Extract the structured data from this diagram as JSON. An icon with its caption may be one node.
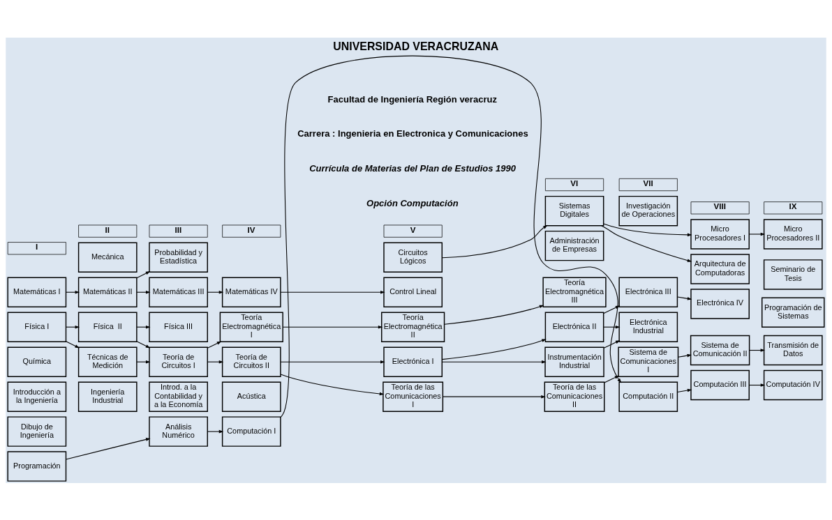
{
  "diagram": {
    "title": "UNIVERSIDAD VERACRUZANA",
    "nodes": [
      {
        "text": [
          "Mecánica"
        ]
      },
      {
        "text": [
          "Probabilidad y Estadística"
        ]
      },
      {
        "text": [
          "Circuitos Lógicos"
        ]
      },
      {
        "text": [
          "Sistemas Digitales"
        ]
      },
      {
        "text": [
          "Micro Procesadores I"
        ]
      },
      {
        "text": [
          "Micro Procesadores II"
        ]
      },
      {
        "text": [
          "Matemáticas I"
        ]
      },
      {
        "text": [
          "Matemáticas II"
        ]
      },
      {
        "text": [
          "Matemáticas III"
        ]
      },
      {
        "text": [
          "Matemáticas IV"
        ]
      },
      {
        "text": [
          "Control Lineal"
        ]
      },
      {
        "text": [
          "Administración de Empresas"
        ]
      },
      {
        "text": [
          "Investigación de Operaciones"
        ]
      },
      {
        "text": [
          "Arquitectura de Computadoras"
        ]
      },
      {
        "text": [
          "Física I"
        ]
      },
      {
        "text": [
          "Física  II"
        ]
      },
      {
        "text": [
          "Física III"
        ]
      },
      {
        "text": [
          "Teoría Electromagnética I"
        ]
      },
      {
        "text": [
          "Teoría Electromagnética II"
        ]
      },
      {
        "text": [
          "Teoría Electromagnética III"
        ]
      },
      {
        "text": [
          "Química"
        ]
      },
      {
        "text": [
          "Técnicas de Medición"
        ]
      },
      {
        "text": [
          "Teoría de Circuitos I"
        ]
      },
      {
        "text": [
          "Teoría de Circuitos II"
        ]
      },
      {
        "text": [
          "Electrónica I"
        ]
      },
      {
        "text": [
          "Electrónica II"
        ]
      },
      {
        "text": [
          "Electrónica III"
        ]
      },
      {
        "text": [
          "Electrónica IV"
        ]
      },
      {
        "text": [
          "Seminario de Tesis"
        ]
      },
      {
        "text": [
          "Introducción a la Ingeniería"
        ]
      },
      {
        "text": [
          "Ingeniería Industrial"
        ]
      },
      {
        "text": [
          "Introd. a la Contabilidad y a la Economía"
        ]
      },
      {
        "text": [
          "Acústica"
        ]
      },
      {
        "text": [
          "Instrumentación Industrial"
        ]
      },
      {
        "text": [
          "Electrónica Industrial"
        ]
      },
      {
        "text": [
          "Programación de Sistemas"
        ]
      },
      {
        "text": [
          "Dibujo de Ingeniería"
        ]
      },
      {
        "text": [
          "Teoría de las Comunicaciones I"
        ]
      },
      {
        "text": [
          "Teoría de las Comunicaciones II"
        ]
      },
      {
        "text": [
          "Sistema de Comunicaciones I"
        ]
      },
      {
        "text": [
          "Sistema de Comunicación II"
        ]
      },
      {
        "text": [
          "Transmisión de Datos"
        ]
      },
      {
        "text": [
          "Programación"
        ]
      },
      {
        "text": [
          "Análisis Numérico"
        ]
      },
      {
        "text": [
          "Computación I"
        ]
      },
      {
        "text": [
          "Computación II"
        ]
      },
      {
        "text": [
          "Computación III"
        ]
      },
      {
        "text": [
          "Computación IV"
        ]
      }
    ],
    "edges": [
      {
        "from": 6,
        "to": 7,
        "arrow": "to"
      },
      {
        "from": 7,
        "to": 1,
        "arrow": "to"
      },
      {
        "from": 7,
        "to": 8,
        "arrow": "to"
      },
      {
        "from": 8,
        "to": 9,
        "arrow": "to"
      },
      {
        "from": 9,
        "to": 10,
        "arrow": "to"
      },
      {
        "from": 2,
        "to": 3,
        "arrow": "to"
      },
      {
        "from": 3,
        "to": 4,
        "arrow": "to"
      },
      {
        "from": 3,
        "to": 13,
        "arrow": "to"
      },
      {
        "from": 4,
        "to": 5,
        "arrow": "to"
      },
      {
        "from": 14,
        "to": 15,
        "arrow": "to"
      },
      {
        "from": 14,
        "to": 21,
        "arrow": "to"
      },
      {
        "from": 15,
        "to": 16,
        "arrow": "to"
      },
      {
        "from": 15,
        "to": 22,
        "arrow": "to"
      },
      {
        "from": 21,
        "to": 22,
        "arrow": "to"
      },
      {
        "from": 22,
        "to": 17,
        "arrow": "to"
      },
      {
        "from": 22,
        "to": 23,
        "arrow": "to"
      },
      {
        "from": 17,
        "to": 18,
        "arrow": "to"
      },
      {
        "from": 18,
        "to": 19,
        "arrow": "to"
      },
      {
        "from": 23,
        "to": 24,
        "arrow": "to"
      },
      {
        "from": 23,
        "to": 37,
        "arrow": "to"
      },
      {
        "from": 24,
        "to": 25,
        "arrow": "to"
      },
      {
        "from": 24,
        "to": 33,
        "arrow": "to"
      },
      {
        "from": 25,
        "to": 26,
        "arrow": "to"
      },
      {
        "from": 25,
        "to": 34,
        "arrow": "to"
      },
      {
        "from": 33,
        "to": 34,
        "arrow": "to"
      },
      {
        "from": 26,
        "to": 27,
        "arrow": "to"
      },
      {
        "from": 37,
        "to": 38,
        "arrow": "to"
      },
      {
        "from": 38,
        "to": 39,
        "arrow": "to"
      },
      {
        "from": 39,
        "to": 40,
        "arrow": "to"
      },
      {
        "from": 40,
        "to": 41,
        "arrow": "to"
      },
      {
        "from": 42,
        "to": 43,
        "arrow": "to"
      },
      {
        "from": 43,
        "to": 44,
        "arrow": "to"
      },
      {
        "from": 44,
        "to": 45,
        "arrow": "to"
      },
      {
        "from": 45,
        "to": 46,
        "arrow": "to"
      },
      {
        "from": 46,
        "to": 47,
        "arrow": "to"
      }
    ],
    "labels": [
      "Facultad de Ingeniería Región veracruz",
      "Carrera : Ingenieria en Electronica y Comunicaciones",
      "Currícula de Materias del Plan de Estudios 1990",
      "Opción Computación",
      "I",
      "II",
      "III",
      "IV",
      "V",
      "VI",
      "VII",
      "VIII",
      "IX"
    ]
  }
}
